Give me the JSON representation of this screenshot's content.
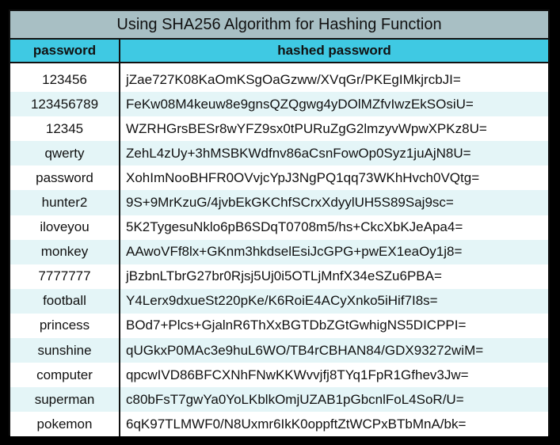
{
  "title": "Using SHA256 Algorithm for Hashing Function",
  "columns": [
    "password",
    "hashed password"
  ],
  "colors": {
    "title_bg": "#a8bfc4",
    "header_bg": "#3fc9e3",
    "row_alt_bg": "#e4f5f7",
    "border": "#111111"
  },
  "rows": [
    {
      "password": "123456",
      "hash": "jZae727K08KaOmKSgOaGzww/XVqGr/PKEgIMkjrcbJI="
    },
    {
      "password": "123456789",
      "hash": "FeKw08M4keuw8e9gnsQZQgwg4yDOlMZfvIwzEkSOsiU="
    },
    {
      "password": "12345",
      "hash": "WZRHGrsBESr8wYFZ9sx0tPURuZgG2lmzyvWpwXPKz8U="
    },
    {
      "password": "qwerty",
      "hash": "ZehL4zUy+3hMSBKWdfnv86aCsnFowOp0Syz1juAjN8U="
    },
    {
      "password": "password",
      "hash": "XohImNooBHFR0OVvjcYpJ3NgPQ1qq73WKhHvch0VQtg="
    },
    {
      "password": "hunter2",
      "hash": "9S+9MrKzuG/4jvbEkGKChfSCrxXdyylUH5S89Saj9sc="
    },
    {
      "password": "iloveyou",
      "hash": "5K2TygesuNklo6pB6SDqT0708m5/hs+CkcXbKJeApa4="
    },
    {
      "password": "monkey",
      "hash": "AAwoVFf8lx+GKnm3hkdselEsiJcGPG+pwEX1eaOy1j8="
    },
    {
      "password": "7777777",
      "hash": "jBzbnLTbrG27br0Rjsj5Uj0i5OTLjMnfX34eSZu6PBA="
    },
    {
      "password": "football",
      "hash": "Y4Lerx9dxueSt220pKe/K6RoiE4ACyXnko5iHif7I8s="
    },
    {
      "password": "princess",
      "hash": "BOd7+Plcs+GjalnR6ThXxBGTDbZGtGwhigNS5DICPPI="
    },
    {
      "password": "sunshine",
      "hash": "qUGkxP0MAc3e9huL6WO/TB4rCBHAN84/GDX93272wiM="
    },
    {
      "password": "computer",
      "hash": "qpcwIVD86BFCXNhFNwKKWvvjfj8TYq1FpR1Gfhev3Jw="
    },
    {
      "password": "superman",
      "hash": "c80bFsT7gwYa0YoLKblkOmjUZAB1pGbcnlFoL4SoR/U="
    },
    {
      "password": "pokemon",
      "hash": "6qK97TLMWF0/N8Uxmr6IkK0oppftZtWCPxBTbMnA/bk="
    }
  ]
}
